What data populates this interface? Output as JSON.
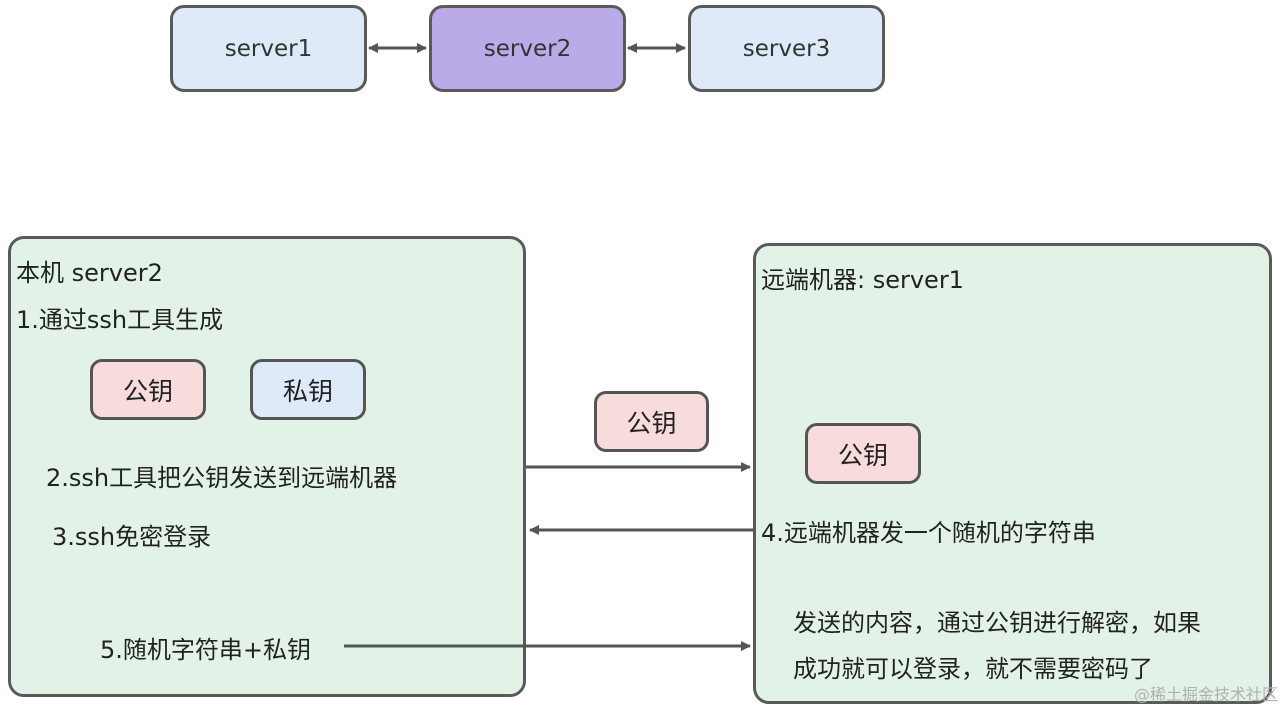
{
  "top_row": {
    "server1": "server1",
    "server2": "server2",
    "server3": "server3"
  },
  "local": {
    "title": "本机  server2",
    "step1": "1.通过ssh工具生成",
    "public_key": "公钥",
    "private_key": "私钥",
    "step2": "2.ssh工具把公钥发送到远端机器",
    "step3": "3.ssh免密登录",
    "step5": "5.随机字符串+私钥"
  },
  "transfer_key": "公钥",
  "remote": {
    "title": "远端机器: server1",
    "public_key": "公钥",
    "step4": "4.远端机器发一个随机的字符串",
    "note_line1": "发送的内容，通过公钥进行解密，如果",
    "note_line2": "成功就可以登录，就不需要密码了"
  },
  "watermark": "@稀土掘金技术社区",
  "colors": {
    "server_light": "#deeaf7",
    "server_active": "#bbaae8",
    "panel": "#e3f2e6",
    "public_key": "#f8dcdc",
    "private_key": "#deeaf7",
    "arrow": "#555555"
  }
}
